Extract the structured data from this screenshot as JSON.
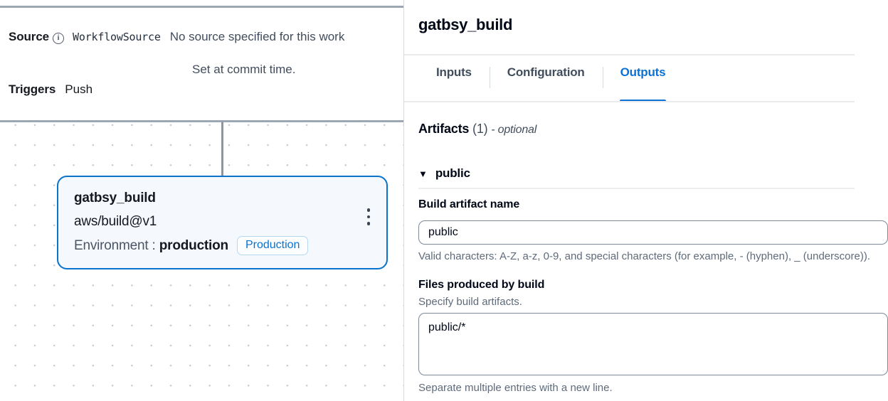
{
  "workflow_summary": {
    "source": {
      "label": "Source",
      "info_icon": "info-icon",
      "name": "WorkflowSource",
      "description": "No source specified for this work",
      "description_line2": "Set at commit time."
    },
    "triggers": {
      "label": "Triggers",
      "value": "Push"
    }
  },
  "canvas": {
    "node": {
      "title": "gatbsy_build",
      "action": "aws/build@v1",
      "environment_label": "Environment",
      "environment_separator": ":",
      "environment_value": "production",
      "environment_badge": "Production",
      "menu_icon": "more-vertical-icon"
    }
  },
  "panel": {
    "title": "gatbsy_build",
    "tabs": [
      {
        "label": "Inputs",
        "active": false
      },
      {
        "label": "Configuration",
        "active": false
      },
      {
        "label": "Outputs",
        "active": true
      }
    ],
    "artifacts_section": {
      "title": "Artifacts",
      "count": "(1)",
      "optional": "- optional"
    },
    "accordion": {
      "caret_icon": "chevron-down-icon",
      "label": "public"
    },
    "fields": [
      {
        "label": "Build artifact name",
        "value": "public",
        "placeholder": "",
        "hint": "Valid characters: A-Z, a-z, 0-9, and special characters (for example, - (hyphen), _ (underscore))."
      },
      {
        "label": "Files produced by build",
        "description": "Specify build artifacts.",
        "value": "public/*",
        "placeholder": "",
        "hint": "Separate multiple entries with a new line."
      }
    ]
  },
  "colors": {
    "accent": "#0972d3",
    "node_border": "#0a73cc",
    "node_fill": "#f5f9fd",
    "rule": "#9da7b3",
    "text": "#000716",
    "muted": "#5f6b7a"
  }
}
